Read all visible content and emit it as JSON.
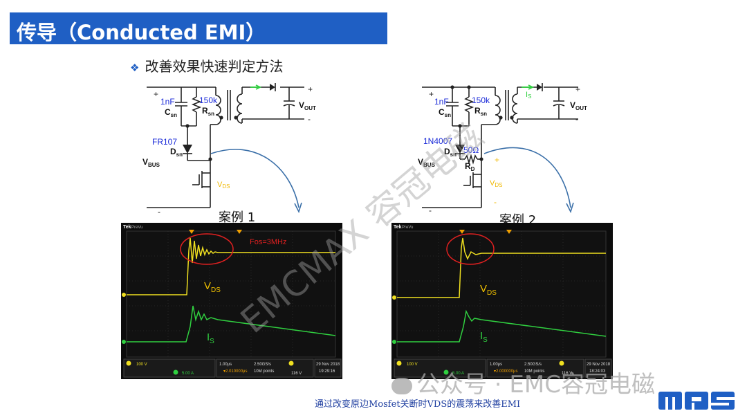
{
  "title": "传导（Conducted EMI）",
  "bullet": "改善效果快速判定方法",
  "bullet_icon": "diamond-bullet-icon",
  "case1": {
    "label": "案例 1",
    "circuit": {
      "cap": "1nF",
      "cap_name": "C",
      "cap_sub": "sn",
      "res": "150k",
      "res_name": "R",
      "res_sub": "sn",
      "diode": "FR107",
      "diode_name": "D",
      "diode_sub": "sn",
      "vbus": "V",
      "vbus_sub": "BUS",
      "vout": "V",
      "vout_sub": "OUT",
      "vds": "V",
      "vds_sub": "DS",
      "plus": "+",
      "minus": "-"
    },
    "scope": {
      "brand": "Tek",
      "mode": "PreVu",
      "annotation": "Fos=3MHz",
      "vds": "V",
      "vds_sub": "DS",
      "is": "I",
      "is_sub": "S",
      "ch1": "100 V",
      "ch4": "5.00 A",
      "timebase": "1.00μs",
      "delay": "▾2.010000μs",
      "rate": "2.50GS/s",
      "points": "10M points",
      "trig": "116 V",
      "date": "29 Nov 2018",
      "time": "19:29:16"
    }
  },
  "case2": {
    "label": "案例 2",
    "circuit": {
      "cap": "1nF",
      "cap_name": "C",
      "cap_sub": "sn",
      "res": "150k",
      "res_name": "R",
      "res_sub": "sn",
      "diode": "1N4007",
      "diode_name": "D",
      "diode_sub": "sn",
      "rd": "50Ω",
      "rd_name": "R",
      "rd_sub": "D",
      "is": "I",
      "is_sub": "S",
      "vbus": "V",
      "vbus_sub": "BUS",
      "vout": "V",
      "vout_sub": "OUT",
      "vds": "V",
      "vds_sub": "DS",
      "plus": "+",
      "minus": "-"
    },
    "scope": {
      "brand": "Tek",
      "mode": "PreVu",
      "vds": "V",
      "vds_sub": "DS",
      "is": "I",
      "is_sub": "S",
      "ch1": "100 V",
      "ch4": "5.00 A",
      "timebase": "1.00μs",
      "delay": "▾2.000000μs",
      "rate": "2.50GS/s",
      "points": "10M points",
      "trig": "116 V",
      "date": "29 Nov 2018",
      "time": "18:24:03"
    }
  },
  "watermark_diag": "EMCMAX 容冠电磁",
  "watermark_bottom": "公众号 · EMC容冠电磁",
  "footer": "通过改变原边Mosfet关断时VDS的震荡来改善EMI",
  "logo": "MPS",
  "colors": {
    "title_bg": "#1f5fc4",
    "vds_trace": "#f0e020",
    "is_trace": "#30d040",
    "label_blue": "#1a2ad8",
    "vds_label": "#f0b800",
    "circle": "#e02020",
    "arrow": "#3a6fa8"
  }
}
